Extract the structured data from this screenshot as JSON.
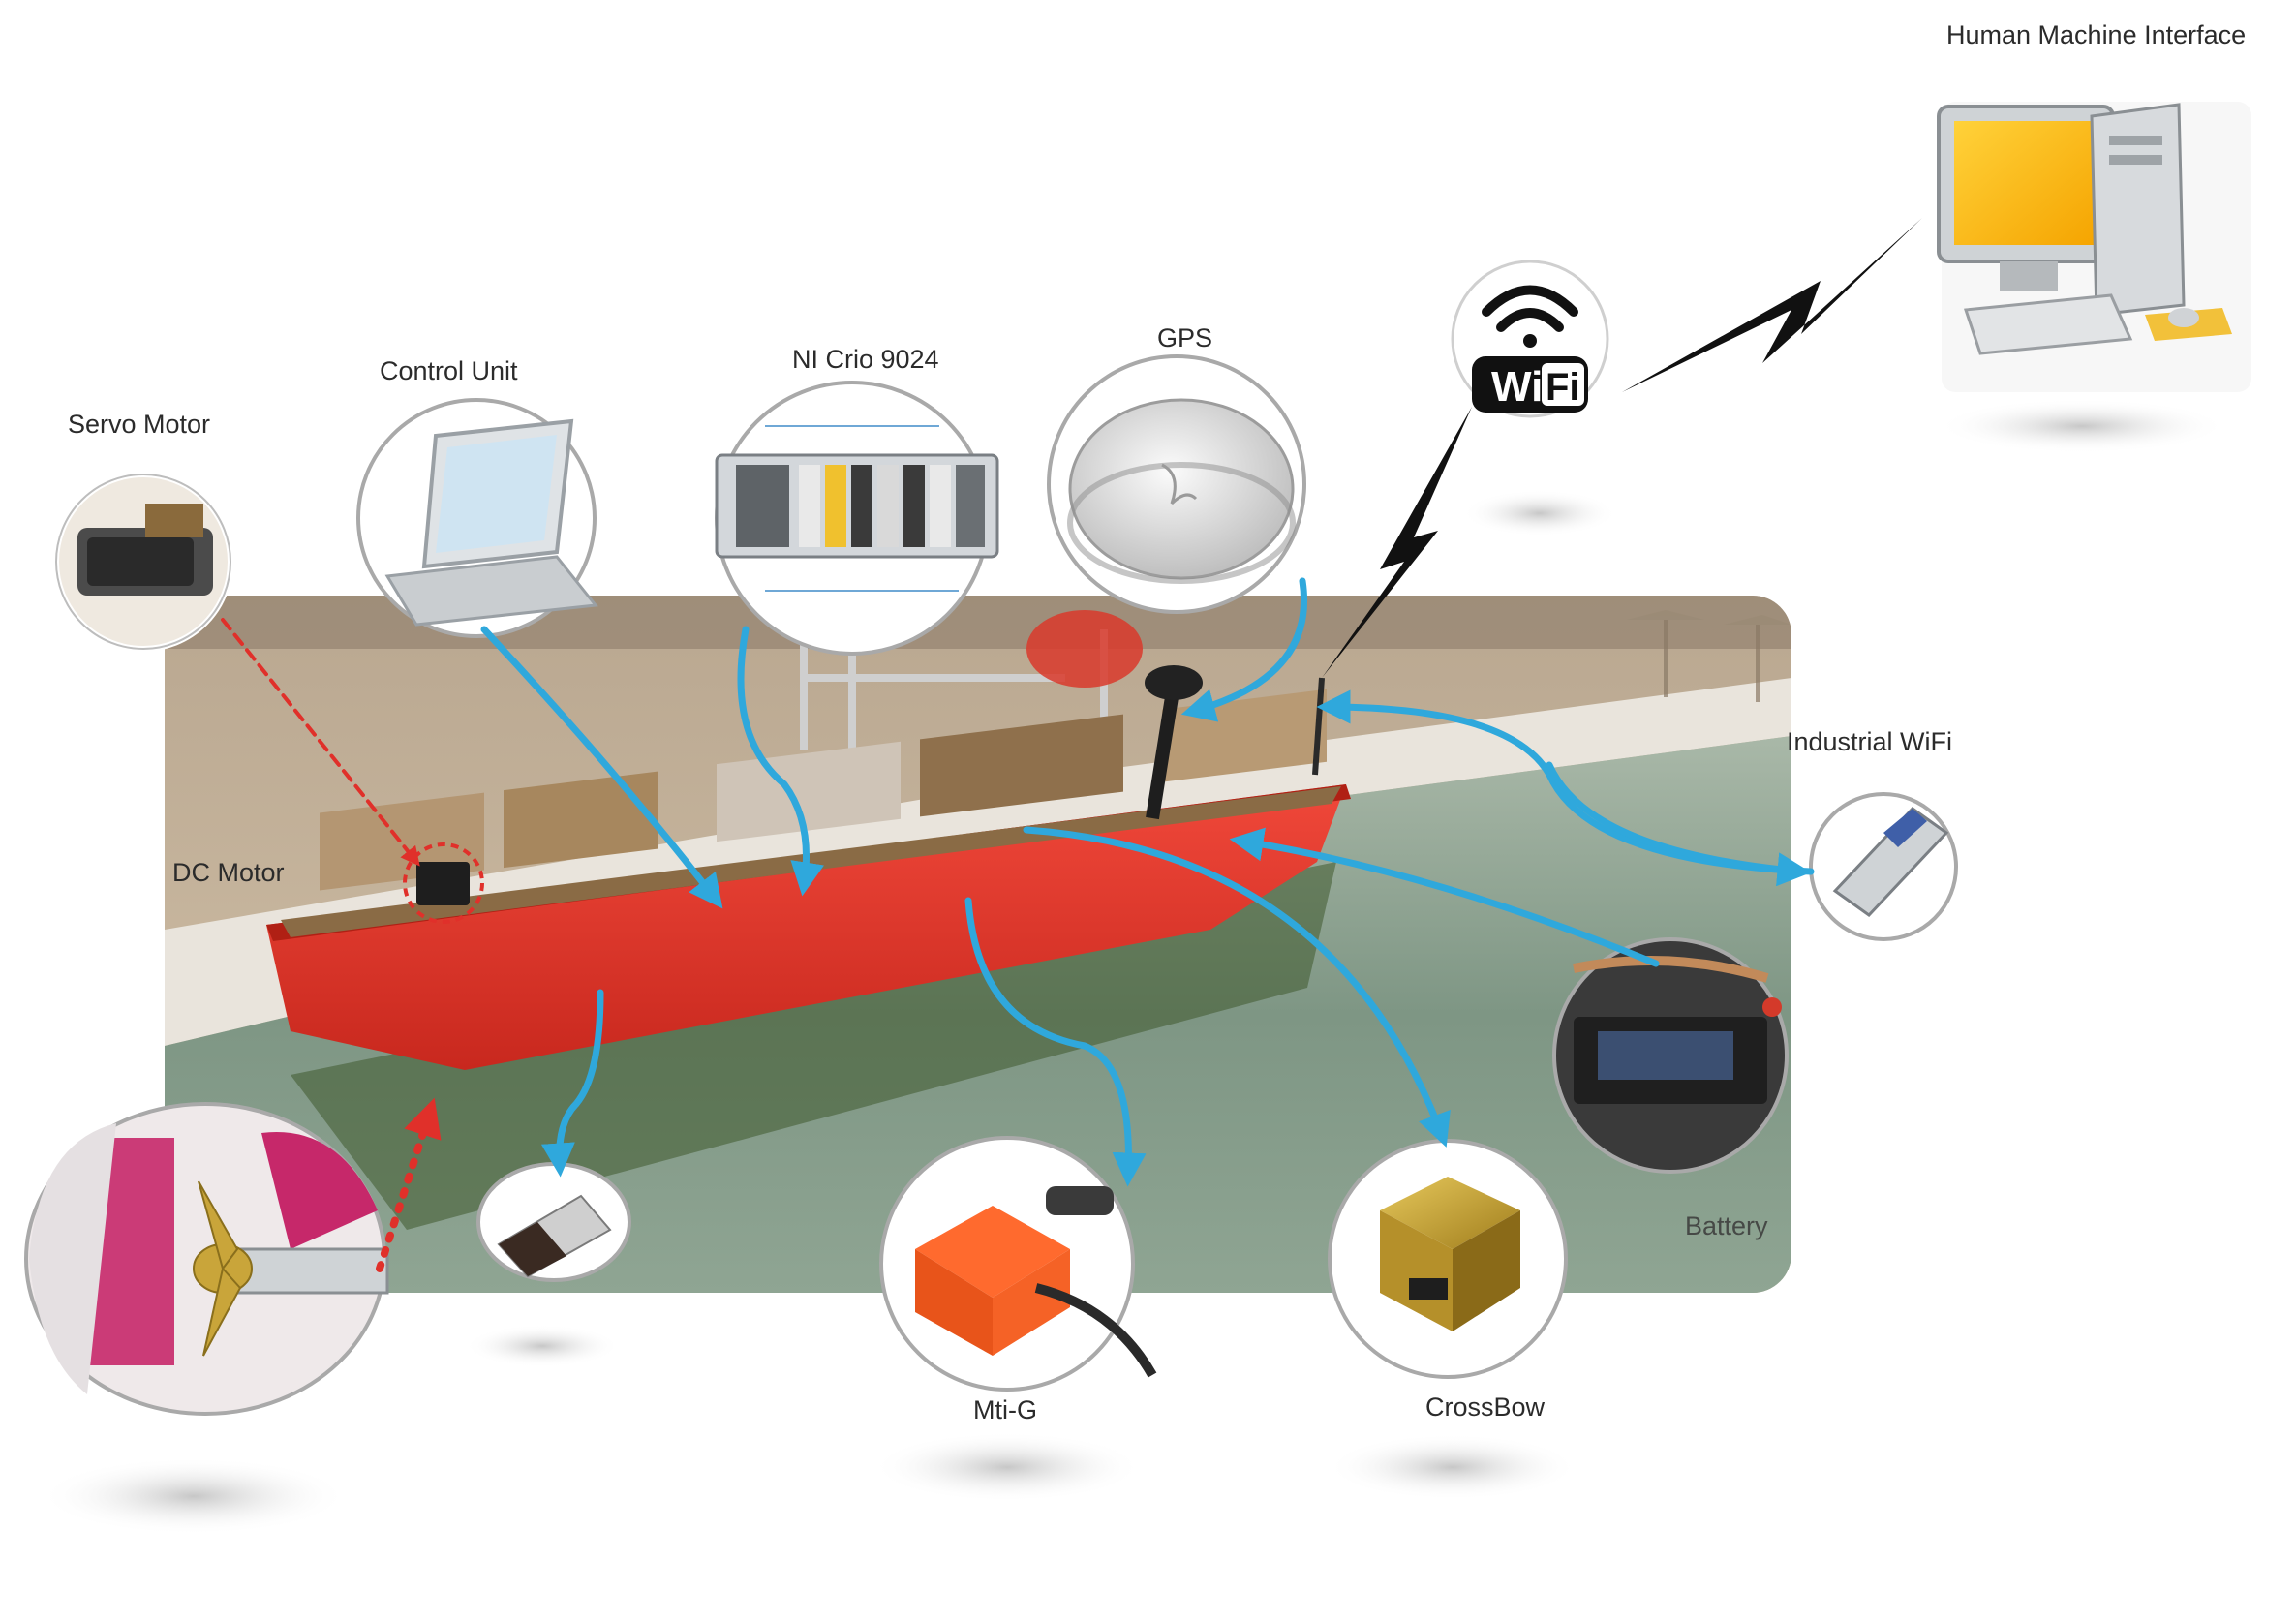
{
  "labels": {
    "hmi": "Human Machine Interface",
    "servo_motor": "Servo Motor",
    "control_unit": "Control Unit",
    "ni_crio": "NI Crio 9024",
    "gps": "GPS",
    "industrial_wifi": "Industrial WiFi",
    "dc_motor": "DC Motor",
    "battery": "Battery",
    "mti_g": "Mti-G",
    "crossbow": "CrossBow"
  },
  "wifi_badge": {
    "text": "Wi Fi",
    "w": "Wi",
    "fi": "Fi"
  },
  "colors": {
    "connector": "#2fa8dc",
    "dashed_connector": "#e0302a",
    "boat_hull": "#e8392b",
    "water": "#7f9a88",
    "sand": "#c9b8a0",
    "wireless_bolt": "#111111"
  }
}
